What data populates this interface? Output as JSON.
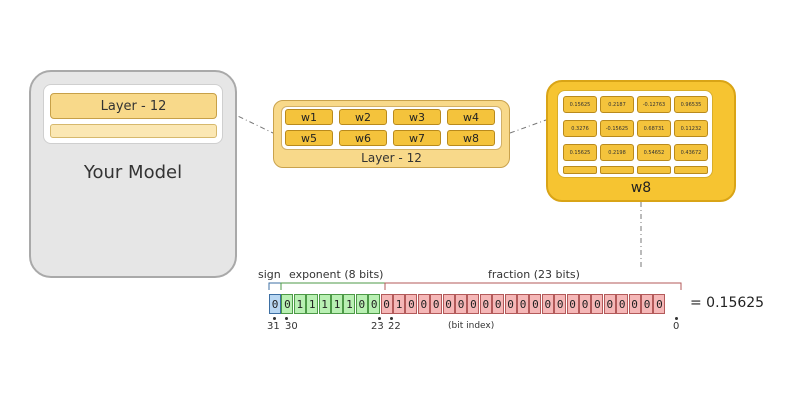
{
  "model": {
    "title": "Your Model",
    "layer_label": "Layer - 12"
  },
  "layer": {
    "label": "Layer - 12",
    "weights": [
      "w1",
      "w2",
      "w3",
      "w4",
      "w5",
      "w6",
      "w7",
      "w8"
    ]
  },
  "w8": {
    "label": "w8",
    "values": [
      "0.15625",
      "0.2187",
      "-0.12763",
      "0.96535",
      "0.3276",
      "-0.15625",
      "0.68731",
      "0.11232",
      "0.15625",
      "0.2198",
      "0.54652",
      "0.43672"
    ]
  },
  "float": {
    "sign_label": "sign",
    "exponent_label": "exponent (8 bits)",
    "fraction_label": "fraction (23 bits)",
    "bits": [
      "0",
      "0",
      "1",
      "1",
      "1",
      "1",
      "1",
      "0",
      "0",
      "0",
      "1",
      "0",
      "0",
      "0",
      "0",
      "0",
      "0",
      "0",
      "0",
      "0",
      "0",
      "0",
      "0",
      "0",
      "0",
      "0",
      "0",
      "0",
      "0",
      "0",
      "0",
      "0"
    ],
    "result": "= 0.15625",
    "index_labels": [
      "31",
      "30",
      "23",
      "22",
      "0"
    ],
    "bit_index_label": "(bit index)"
  },
  "colors": {
    "sign": "#b9d7f2",
    "exponent": "#b9f0b3",
    "fraction": "#f5b7b7",
    "weight_cell": "#f4c33c",
    "layer_box": "#f8d98a"
  }
}
